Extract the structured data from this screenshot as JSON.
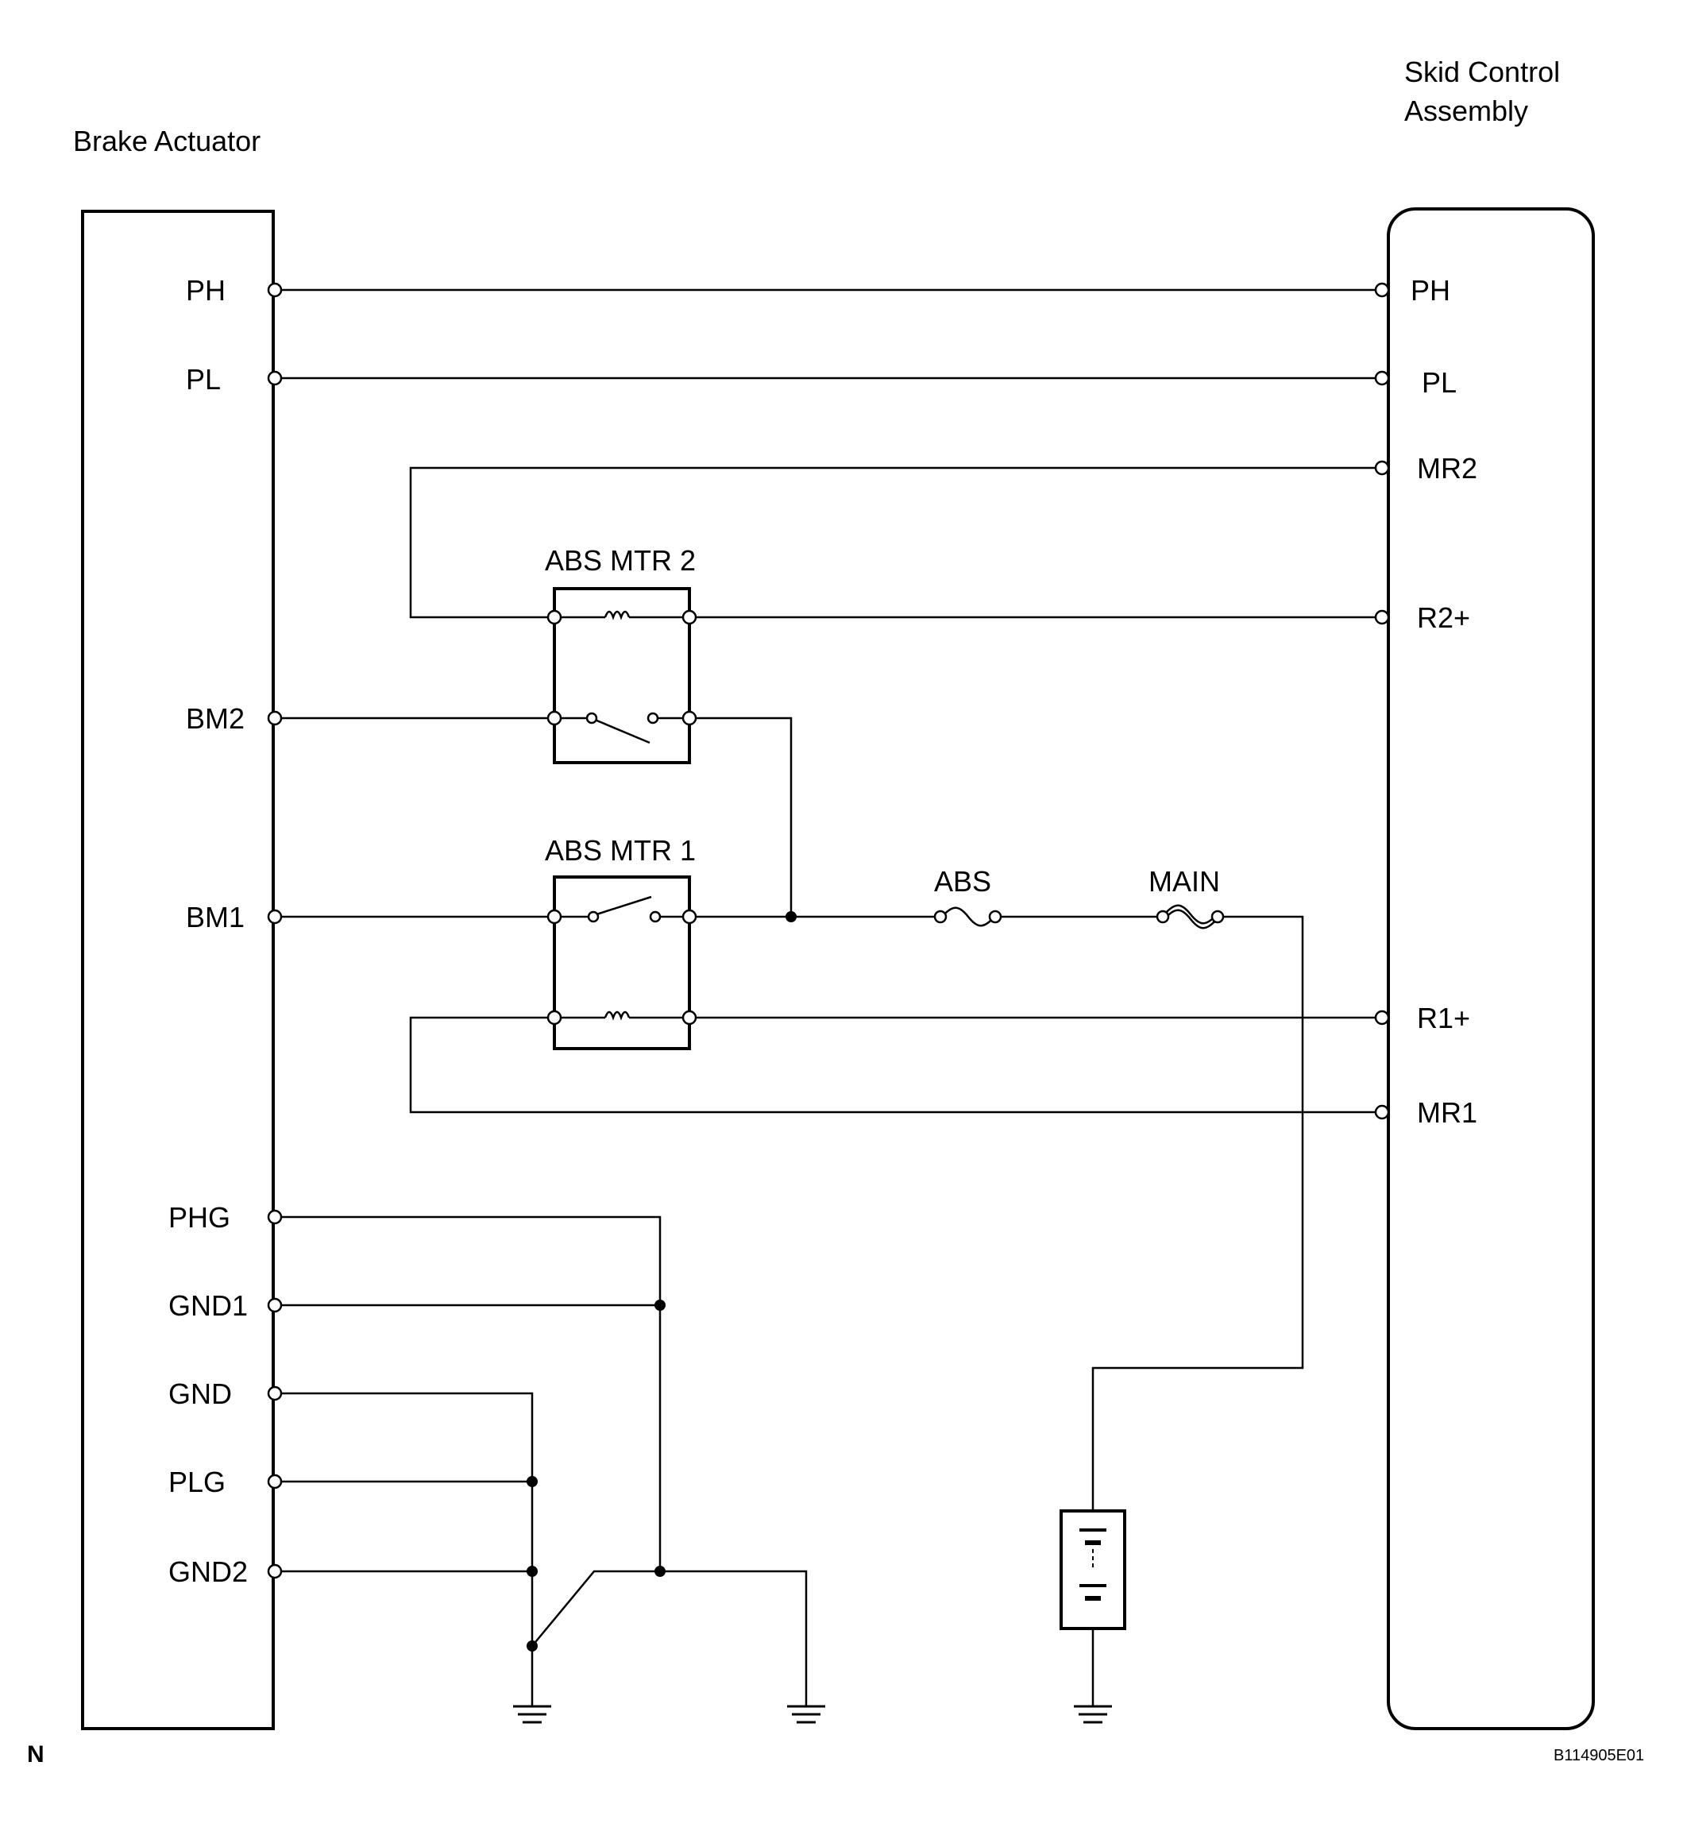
{
  "components": {
    "brake_actuator": "Brake Actuator",
    "skid_control_line1": "Skid Control",
    "skid_control_line2": "Assembly"
  },
  "actuator_pins": {
    "ph": "PH",
    "pl": "PL",
    "bm2": "BM2",
    "bm1": "BM1",
    "phg": "PHG",
    "gnd1": "GND1",
    "gnd": "GND",
    "plg": "PLG",
    "gnd2": "GND2"
  },
  "ecu_pins": {
    "ph": "PH",
    "pl": "PL",
    "mr2": "MR2",
    "r2p": "R2+",
    "r1p": "R1+",
    "mr1": "MR1"
  },
  "relays": {
    "mtr2": "ABS MTR 2",
    "mtr1": "ABS MTR 1"
  },
  "fuses": {
    "abs": "ABS",
    "main": "MAIN"
  },
  "corner": {
    "left": "N",
    "right": "B114905E01"
  }
}
